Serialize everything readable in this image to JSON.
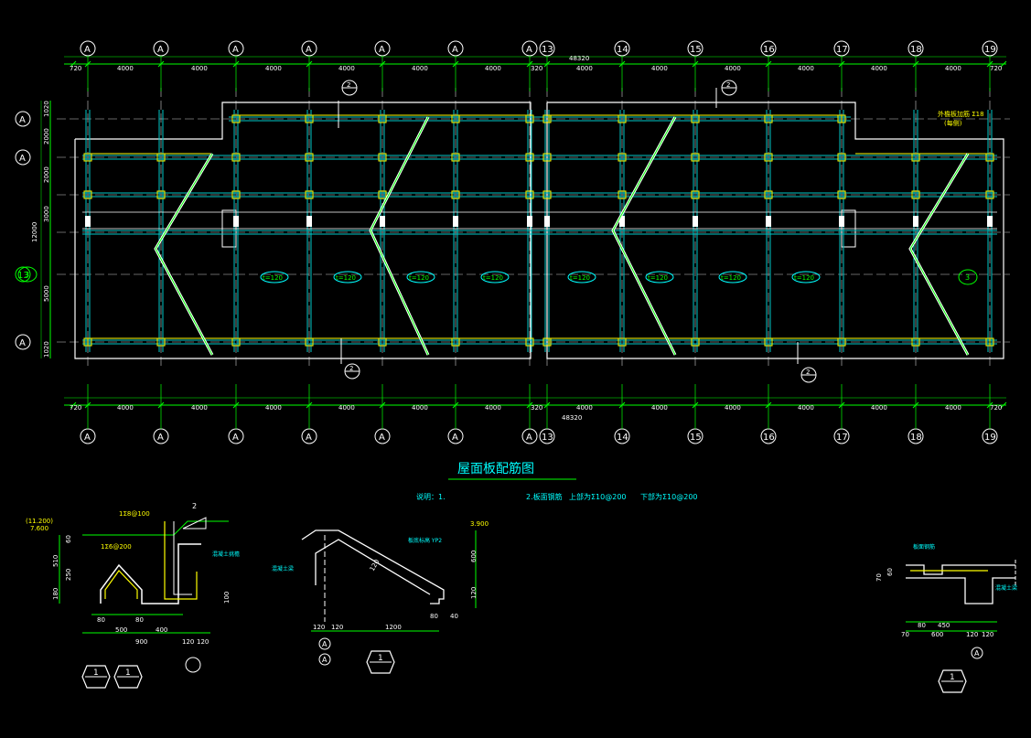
{
  "drawing": {
    "title": "屋面板配筋图",
    "note_prefix": "说明：1.",
    "note_mid": "2.板面钢筋",
    "note_top": "上部为Ʃ10@200",
    "note_bottom": "下部为Ʃ10@200",
    "overall_dim": "48320",
    "colors": {
      "background": "#000000",
      "axis": "#00ff00",
      "beam": "#00c8c8",
      "outline": "#ffffff",
      "wall": "#ffff00",
      "text": "#00ffff"
    }
  },
  "top_axes": [
    "A",
    "A",
    "A",
    "A",
    "A",
    "A",
    "A",
    "13",
    "14",
    "15",
    "16",
    "17",
    "18",
    "19"
  ],
  "bottom_axes": [
    "A",
    "A",
    "A",
    "A",
    "A",
    "A",
    "A",
    "13",
    "14",
    "15",
    "16",
    "17",
    "18",
    "19"
  ],
  "top_dims": [
    "720",
    "4000",
    "4000",
    "4000",
    "4000",
    "4000",
    "4000",
    "320",
    "4000",
    "4000",
    "4000",
    "4000",
    "4000",
    "4000",
    "720"
  ],
  "bottom_dims": [
    "720",
    "4000",
    "4000",
    "4000",
    "4000",
    "4000",
    "4000",
    "320",
    "4000",
    "4000",
    "4000",
    "4000",
    "4000",
    "4000",
    "720"
  ],
  "left_axes": [
    "A",
    "A",
    "13",
    "A"
  ],
  "left_dims": [
    "1020",
    "2000",
    "2000",
    "3000",
    "5000",
    "1020"
  ],
  "left_total": "12000",
  "slab_tags": [
    "t=120",
    "t=120",
    "t=120",
    "t=120",
    "t=120",
    "t=120",
    "t=120",
    "t=120"
  ],
  "section_tags": [
    "2",
    "2",
    "2",
    "2",
    "3"
  ],
  "eave_note": "外檐板加筋 Ʃ18",
  "eave_note2": "(每侧)",
  "details": {
    "d1": {
      "elev1": "(11.200)",
      "elev2": "7.600",
      "rebar1": "1Ʃ8@100",
      "rebar2": "1Ʃ6@200",
      "mark": "2",
      "label": "混凝土挑檐",
      "dims_h": [
        "80",
        "80",
        "500",
        "400",
        "900",
        "120",
        "120"
      ],
      "dims_v": [
        "60",
        "510",
        "250",
        "180",
        "100"
      ],
      "tag1": "1",
      "tag2": "1"
    },
    "d2": {
      "elev": "3.900",
      "label1": "板底标高 YP2",
      "label2": "混凝土梁",
      "slope": "120",
      "dims_h": [
        "120",
        "120",
        "1200",
        "80",
        "40"
      ],
      "dims_v": [
        "600",
        "120"
      ],
      "axis1": "A",
      "axis2": "A",
      "tag": "1"
    },
    "d3": {
      "label1": "板面钢筋",
      "label2": "混凝土梁",
      "dims_h": [
        "80",
        "450",
        "600",
        "120",
        "120",
        "70"
      ],
      "dims_v": [
        "70",
        "60"
      ],
      "axis": "A",
      "tag": "1"
    }
  }
}
